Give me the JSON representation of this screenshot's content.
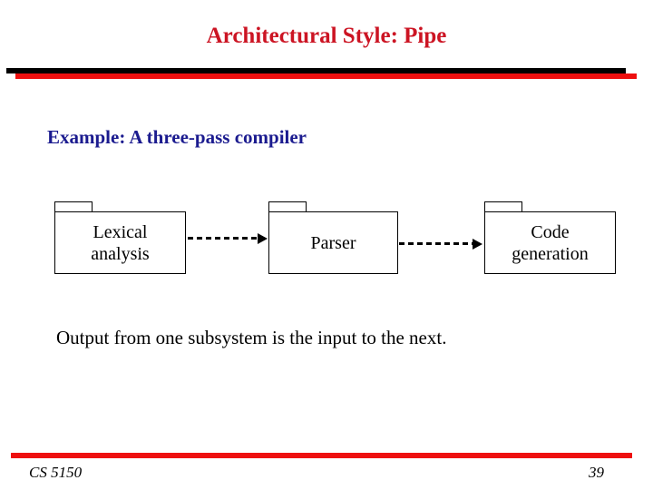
{
  "slide": {
    "title": "Architectural Style: Pipe",
    "heading": "Example: A three-pass compiler",
    "body_text": "Output from one subsystem is the input to the next.",
    "diagram": {
      "boxes": [
        {
          "label1": "Lexical",
          "label2": "analysis"
        },
        {
          "label1": "Parser",
          "label2": ""
        },
        {
          "label1": "Code",
          "label2": "generation"
        }
      ]
    },
    "footer": {
      "course": "CS 5150",
      "page_number": "39"
    },
    "colors": {
      "title_red": "#cc1423",
      "bar_red": "#ee0f0f",
      "bar_black": "#000000",
      "heading_blue": "#1b1b8f",
      "diagram_line": "#000000"
    }
  }
}
